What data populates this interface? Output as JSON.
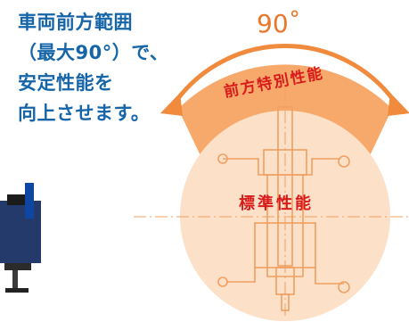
{
  "caption": {
    "lines": [
      "車両前方範囲",
      "（最大90°）で、",
      "安定性能を",
      "向上させます。"
    ]
  },
  "diagram": {
    "angle_label": "90˚",
    "front_range_label": "前方特別性能",
    "standard_label": "標準性能"
  },
  "colors": {
    "caption_text": "#1565a8",
    "arc_arrow": "#f08a3c",
    "front_band": "#f7a96b",
    "standard_circle": "#fde0c8",
    "label_red": "#d81b1b",
    "outline": "#f0a060"
  }
}
